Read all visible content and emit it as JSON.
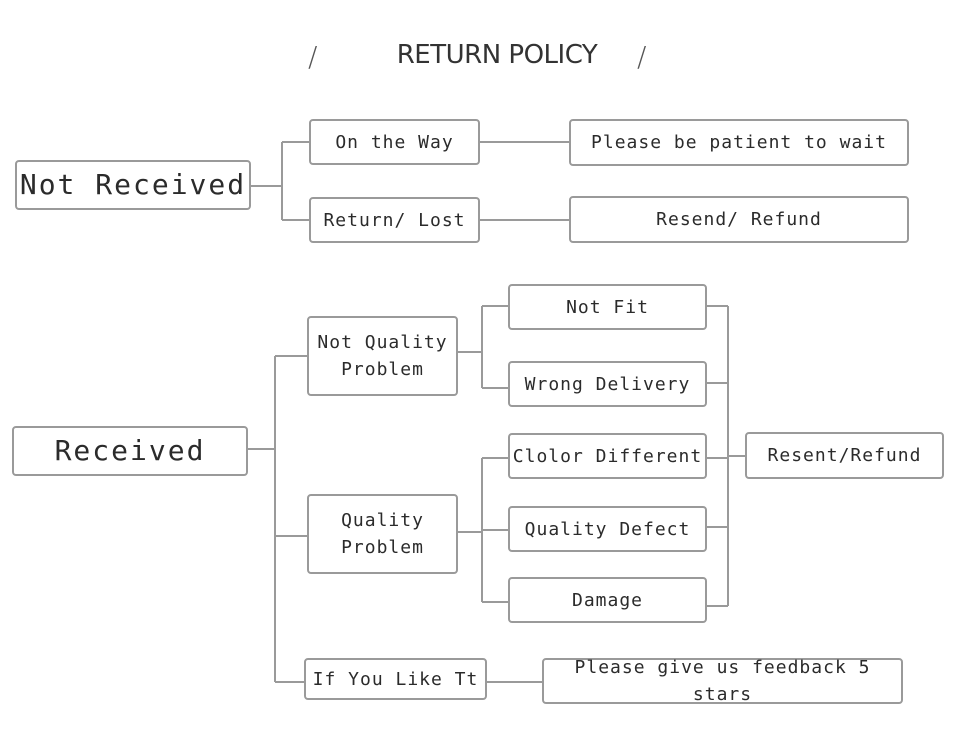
{
  "title": "RETURN POLICY",
  "slash": "/",
  "nodes": {
    "not_received": "Not Received",
    "on_the_way": "On the Way",
    "return_lost": "Return/ Lost",
    "please_wait": "Please be patient to wait",
    "resend_refund": "Resend/ Refund",
    "received": "Received",
    "not_quality": "Not Quality\nProblem",
    "quality": "Quality\nProblem",
    "if_you_like": "If You Like Tt",
    "not_fit": "Not Fit",
    "wrong_delivery": "Wrong Delivery",
    "color_different": "Clolor Different",
    "quality_defect": "Quality Defect",
    "damage": "Damage",
    "resent_refund": "Resent/Refund",
    "feedback": "Please give us feedback 5 stars"
  }
}
